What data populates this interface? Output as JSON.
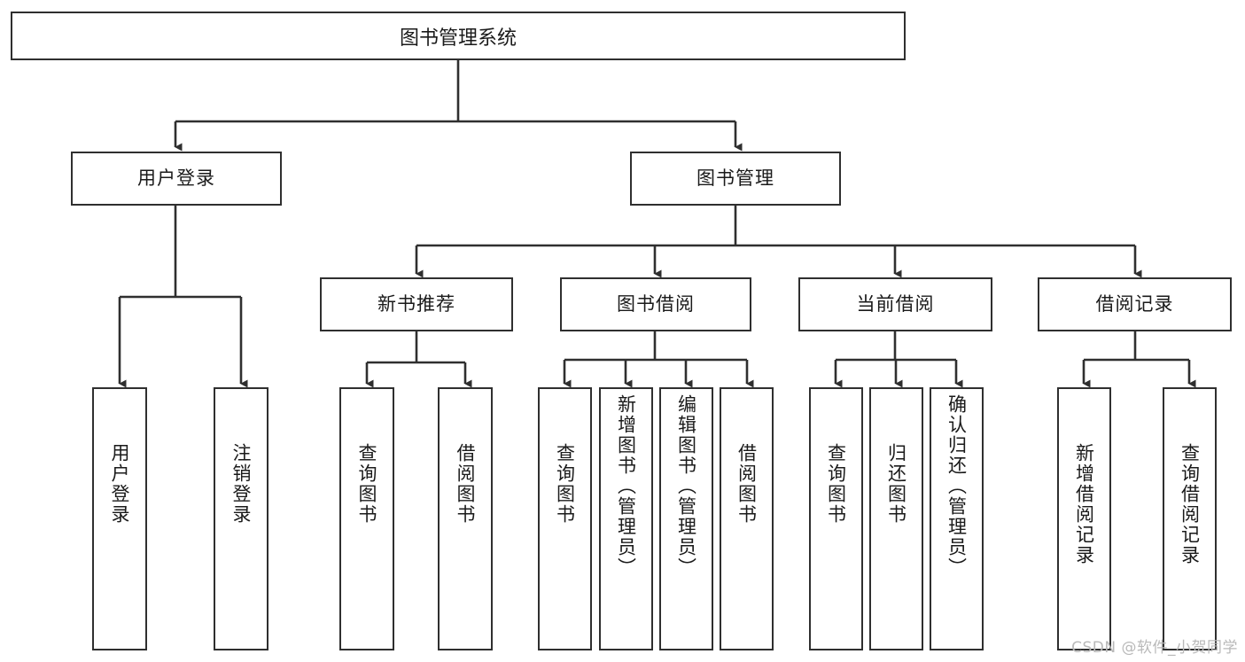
{
  "diagram": {
    "title": "图书管理系统",
    "watermark": "CSDN @软件_小贺同学",
    "level2": [
      {
        "label": "用户登录"
      },
      {
        "label": "图书管理"
      }
    ],
    "level3": [
      {
        "label": "新书推荐"
      },
      {
        "label": "图书借阅"
      },
      {
        "label": "当前借阅"
      },
      {
        "label": "借阅记录"
      }
    ],
    "leaves": {
      "user_login": [
        {
          "label": "用户登录"
        },
        {
          "label": "注销登录"
        }
      ],
      "new_book": [
        {
          "label": "查询图书"
        },
        {
          "label": "借阅图书"
        }
      ],
      "book_borrow": [
        {
          "label": "查询图书"
        },
        {
          "label": "新增图书（管理员）"
        },
        {
          "label": "编辑图书（管理员）"
        },
        {
          "label": "借阅图书"
        }
      ],
      "current_borrow": [
        {
          "label": "查询图书"
        },
        {
          "label": "归还图书"
        },
        {
          "label": "确认归还（管理员）"
        }
      ],
      "borrow_record": [
        {
          "label": "新增借阅记录"
        },
        {
          "label": "查询借阅记录"
        }
      ]
    }
  },
  "colors": {
    "stroke": "#2f2f2f",
    "background": "#ffffff",
    "text": "#1a1a1a",
    "watermark": "#b9b9b9"
  }
}
